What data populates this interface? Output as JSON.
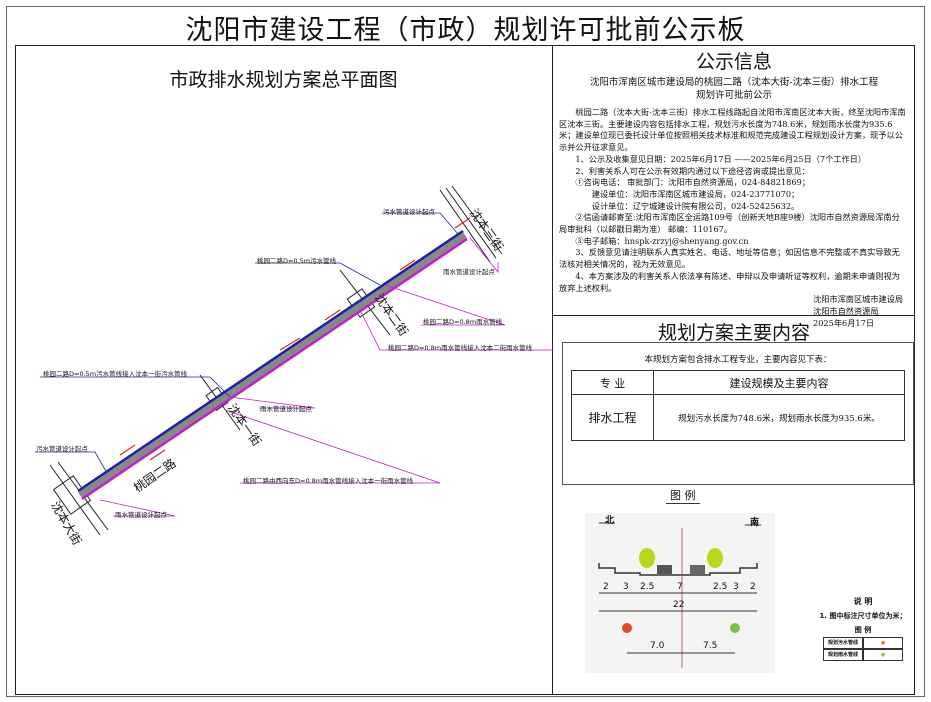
{
  "header": {
    "title": "沈阳市建设工程（市政）规划许可批前公示板"
  },
  "plan": {
    "title": "市政排水规划方案总平面图",
    "labels": {
      "sewer_start_top": "污水管道设计起点",
      "sewer_pipe": "桃园二路D=0.5m污水管线",
      "rain_start_top": "雨水管道设计起点",
      "rain_pipe": "桃园二路D=0.8m雨水管线",
      "rain_connect_2": "桃园二路D=0.8m雨水管线接入沈本二街雨水管线",
      "sewer_connect_1": "桃园二路D=0.5m污水管线接入沈本一街污水管线",
      "rain_start_mid": "雨水管道设计起点",
      "sewer_start_bottom": "污水管道设计起点",
      "rain_connect_1": "桃园二路由西向东D=0.8m雨水管线接入沈本一街雨水管线",
      "rain_start_bottom": "雨水管道设计起点"
    },
    "streets": {
      "s3": "沈本三街",
      "s2": "沈本二街",
      "s1": "沈本一街",
      "main": "沈本大街",
      "road": "桃园二路"
    }
  },
  "info": {
    "title": "公示信息",
    "subtitle": [
      "沈阳市浑南区城市建设局的桃园二路（沈本大街-沈本三街）排水工程",
      "规划许可批前公示"
    ],
    "paragraphs": [
      "桃园二路（沈本大街-沈本三街）排水工程线路起自沈阳市浑南区沈本大街，终至沈阳市浑南区沈本三街。主要建设内容包括排水工程，规划污水长度为748.6米，规划雨水长度为935.6米；建设单位现已委托设计单位按照相关技术标准和规范完成建设工程规划设计方案，现予以公示并公开征求意见。",
      "1、公示及收集意见日期：2025年6月17日 ——2025年6月25日（7个工作日）",
      "2、利害关系人可在公示有效期内通过以下途径咨询或提出意见：",
      "①咨询电话： 审批部门：沈阳市自然资源局，024-84821869；",
      "建设单位：沈阳市浑南区城市建设局，024-23771070；",
      "设计单位：辽宁城建设计院有限公司，024-52425632。",
      "②信函请邮寄至:沈阳市浑南区全运路109号（创新天地B座9楼）沈阳市自然资源局浑南分局审批科（以邮戳日期为准） 邮编：110167。",
      "③电子邮箱：hnspk-zrzyj@shenyang.gov.cn",
      "3、反馈意见请注明联系人真实姓名、电话、地址等信息；如因信息不完整或不真实导致无法核对相关情况的，视为无效意见。",
      "4、本方案涉及的利害关系人依法享有陈述、申辩以及申请听证等权利，逾期未申请则视为放弃上述权利。"
    ],
    "signature": [
      "沈阳市浑南区城市建设局",
      "沈阳市自然资源局",
      "2025年6月17日"
    ]
  },
  "content": {
    "title": "规划方案主要内容",
    "intro": "本规划方案包含排水工程专业，主要内容见下表：",
    "table": {
      "headers": [
        "专 业",
        "建设规模及主要内容"
      ],
      "rows": [
        [
          "排水工程",
          "规划污水长度为748.6米，规划雨水长度为935.6米。"
        ]
      ]
    }
  },
  "legend": {
    "title": "图 例",
    "north": "北",
    "south": "南",
    "dims": [
      "2",
      "3",
      "2.5",
      "7",
      "2.5",
      "3",
      "2"
    ],
    "total": "22",
    "pipe_dims": [
      "7.0",
      "7.5"
    ],
    "explain_title": "说 明",
    "explain_note": "1. 图中标注尺寸单位为米；",
    "legend_sub": "图 例",
    "items": [
      "规划污水管线",
      "规划雨水管线"
    ],
    "colors": {
      "sewer": "#e8743c",
      "rain": "#9cc43c"
    }
  }
}
